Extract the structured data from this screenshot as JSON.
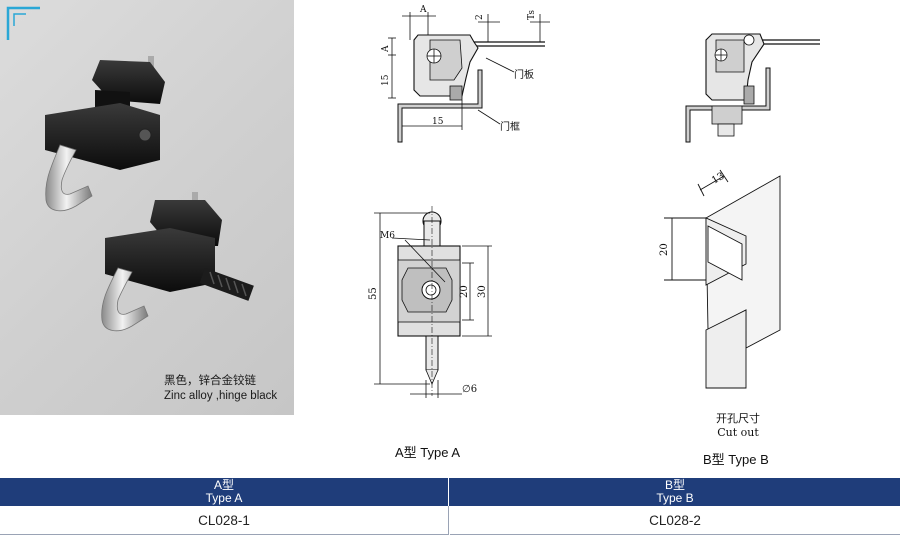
{
  "photo": {
    "caption_cn": "黑色，锌合金铰链",
    "caption_en": "Zinc alloy ,hinge black"
  },
  "drawing_a_top": {
    "dim_a_top": "A",
    "dim_2": "2",
    "dim_ts": "Ts",
    "dim_a_side": "A",
    "dim_15_side": "15",
    "dim_15_bottom": "15",
    "label_door": "门板",
    "label_frame": "门框"
  },
  "drawing_a_front": {
    "dim_m6": "M6",
    "dim_55": "55",
    "dim_20": "20",
    "dim_30": "30",
    "dim_diameter": "∅6"
  },
  "drawing_b_cutout": {
    "dim_13": "13",
    "dim_20": "20"
  },
  "labels": {
    "type_a": "A型 Type  A",
    "type_b": "B型 Type  B",
    "cutout_cn": "开孔尺寸",
    "cutout_en": "Cut out"
  },
  "table": {
    "col_a_cn": "A型",
    "col_a_en": "Type  A",
    "col_b_cn": "B型",
    "col_b_en": "Type  B",
    "code_a": "CL028-1",
    "code_b": "CL028-2"
  },
  "colors": {
    "header_blue": "#1f3d7a",
    "corner_blue": "#2aa7d6",
    "part_black": "#141414",
    "metal_gray": "#c8c8c8"
  }
}
